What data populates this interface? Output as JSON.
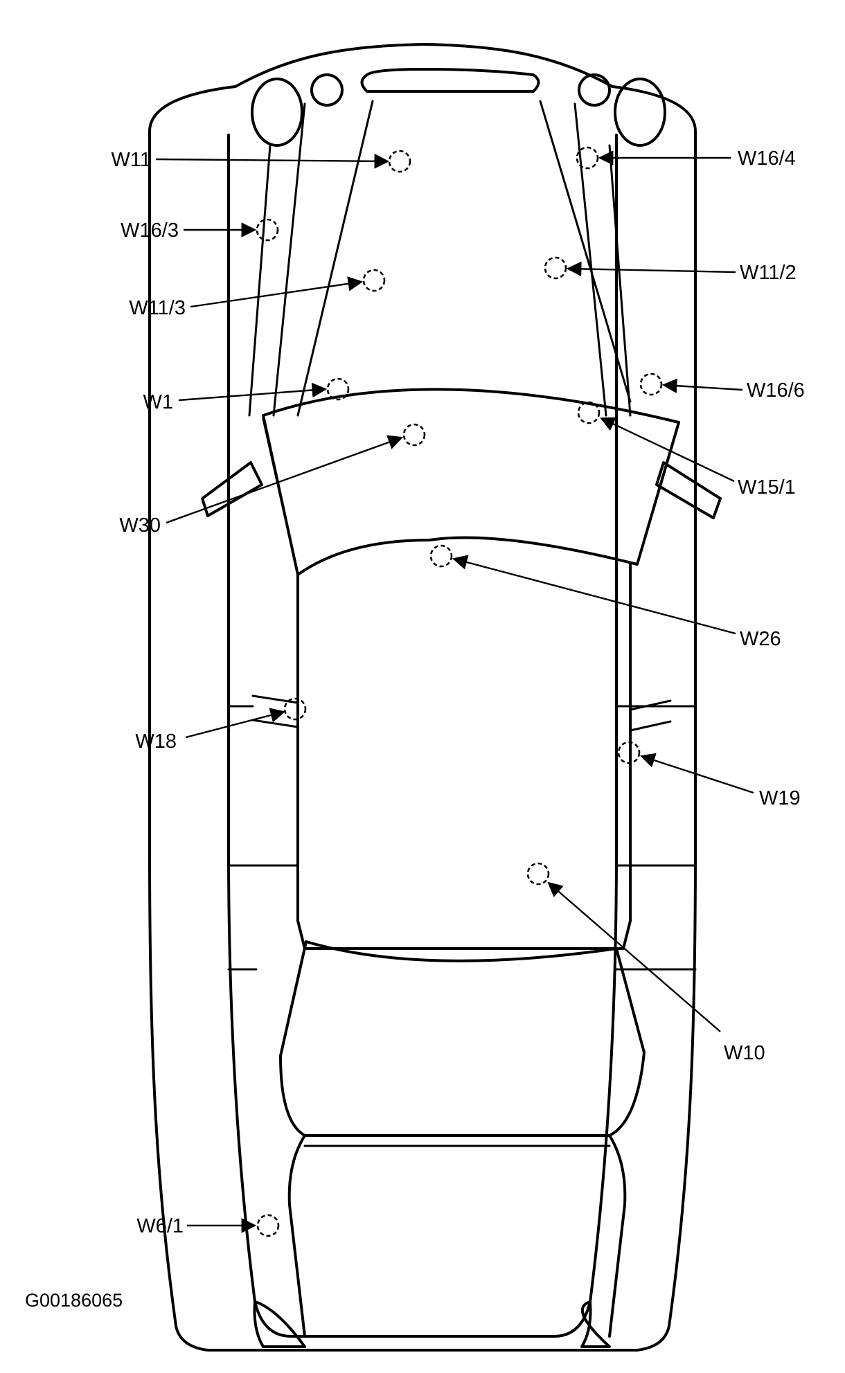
{
  "figure_code": "G00186065",
  "locations": [
    {
      "id": "W11"
    },
    {
      "id": "W16/3"
    },
    {
      "id": "W11/3"
    },
    {
      "id": "W1"
    },
    {
      "id": "W30"
    },
    {
      "id": "W18"
    },
    {
      "id": "W6/1"
    },
    {
      "id": "W16/4"
    },
    {
      "id": "W11/2"
    },
    {
      "id": "W16/6"
    },
    {
      "id": "W15/1"
    },
    {
      "id": "W26"
    },
    {
      "id": "W19"
    },
    {
      "id": "W10"
    }
  ]
}
